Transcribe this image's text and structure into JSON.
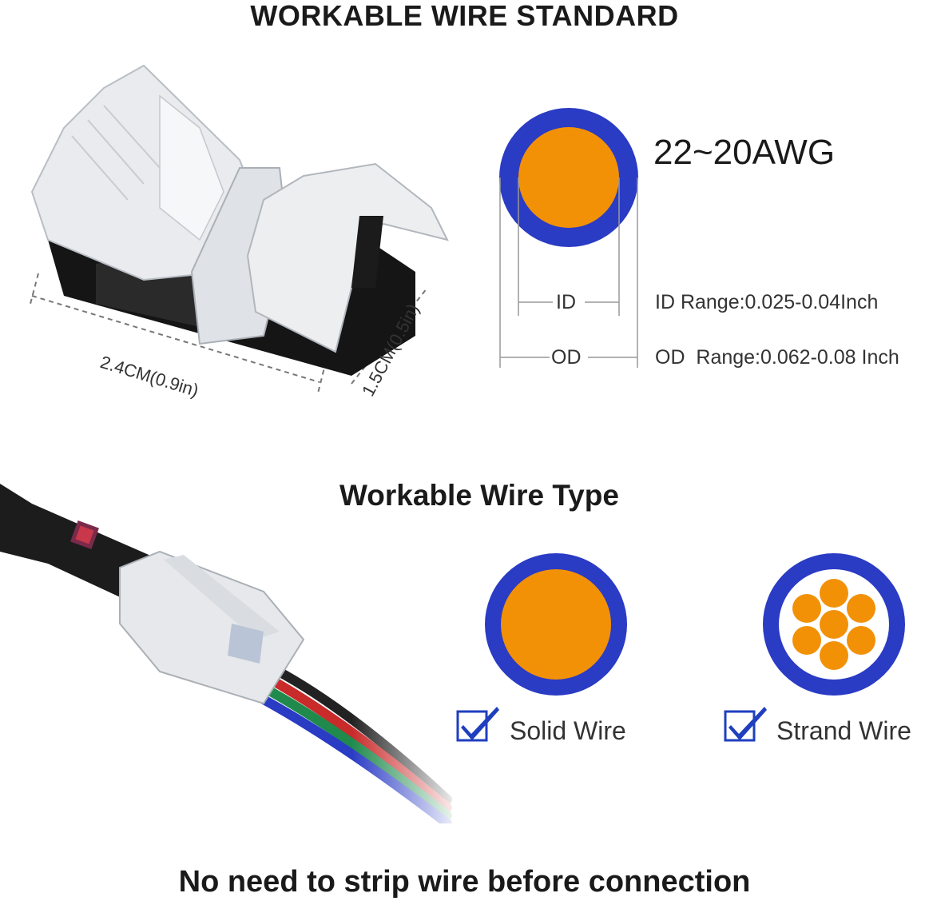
{
  "heading": "WORKABLE WIRE STANDARD",
  "gauge": "22~20AWG",
  "id_label": "ID",
  "od_label": "OD",
  "id_range": "ID Range:0.025-0.04Inch",
  "od_range": "OD  Range:0.062-0.08 Inch",
  "connector_length": "2.4CM(0.9in)",
  "connector_width": "1.5CM(0.5in)",
  "wire_type_heading": "Workable Wire Type",
  "solid_wire": "Solid Wire",
  "strand_wire": "Strand Wire",
  "footer": "No need to strip wire before connection",
  "colors": {
    "insulation": "#2a3bc4",
    "copper": "#f29106",
    "checkbox": "#1f3fbf"
  }
}
